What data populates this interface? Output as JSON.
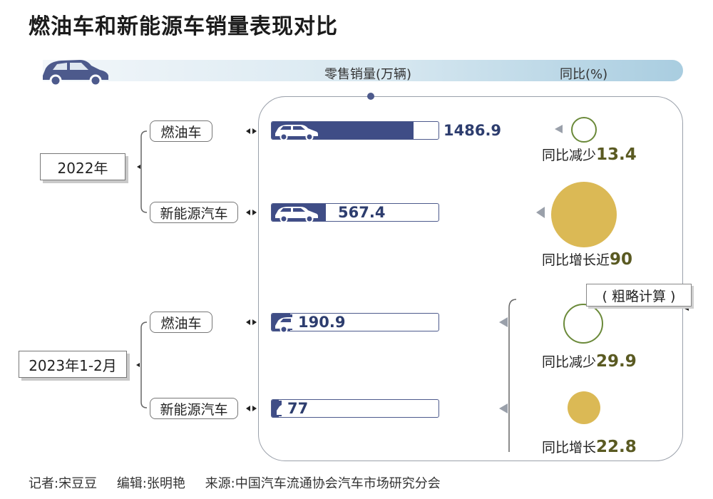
{
  "title": "燃油车和新能源车销量表现对比",
  "header": {
    "sales_label": "零售销量(万辆)",
    "yoy_label": "同比(%)",
    "icon": "car-icon"
  },
  "estimate_note": "( 粗略计算 )",
  "footer": {
    "reporter": "记者:宋豆豆",
    "editor": "编辑:张明艳",
    "source": "来源:中国汽车流通协会汽车市场研究分会"
  },
  "colors": {
    "bar": "#3f4d86",
    "yoy_up": "#dbb955",
    "yoy_down_outline": "#6b8a3a",
    "value_text": "#2d3d6e"
  },
  "chart_data": {
    "type": "bar",
    "orientation": "horizontal",
    "groups": [
      {
        "period": "2022年",
        "rows": [
          {
            "category": "燃油车",
            "sales": 1486.9,
            "sales_label": "1486.9",
            "yoy_prefix": "同比减少",
            "yoy_value": "13.4",
            "yoy": -13.4
          },
          {
            "category": "新能源汽车",
            "sales": 567.4,
            "sales_label": "567.4",
            "yoy_prefix": "同比增长近",
            "yoy_value": "90",
            "yoy": 90
          }
        ]
      },
      {
        "period": "2023年1-2月",
        "rows": [
          {
            "category": "燃油车",
            "sales": 190.9,
            "sales_label": "190.9",
            "yoy_prefix": "同比减少",
            "yoy_value": "29.9",
            "yoy": -29.9
          },
          {
            "category": "新能源汽车",
            "sales": 77,
            "sales_label": "77",
            "yoy_prefix": "同比增长",
            "yoy_value": "22.8",
            "yoy": 22.8
          }
        ]
      }
    ],
    "bar_max": 1750
  }
}
